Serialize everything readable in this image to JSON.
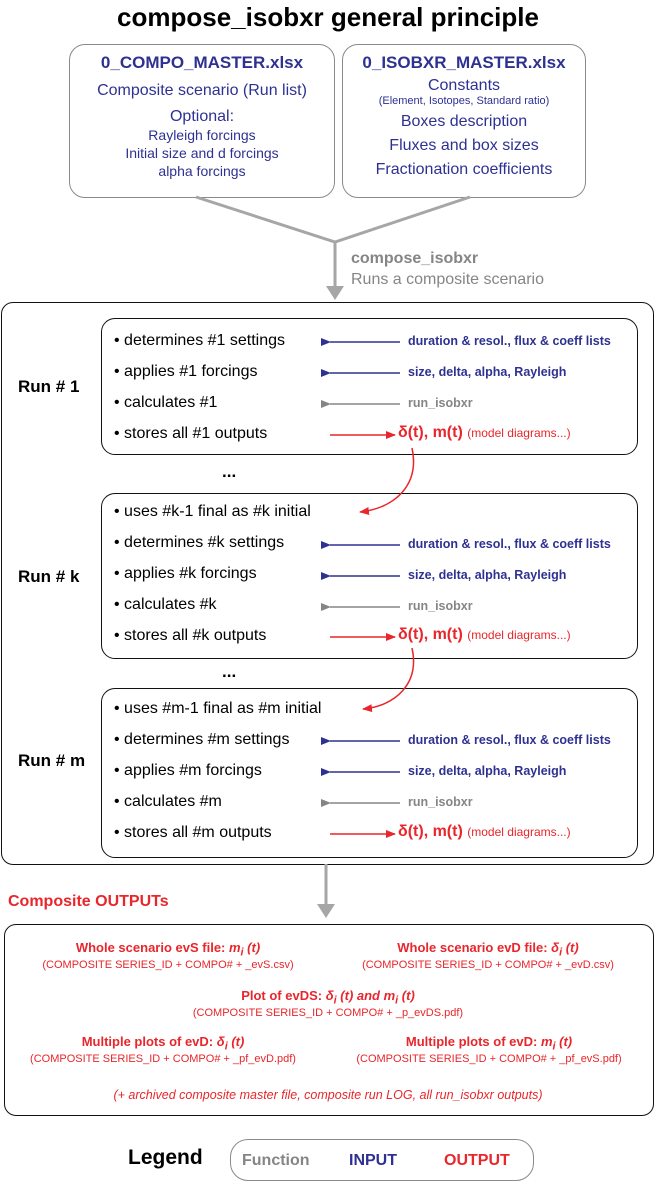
{
  "title": "compose_isobxr general principle",
  "compo_master": {
    "file": "0_COMPO_MASTER.xlsx",
    "line1": "Composite scenario (Run list)",
    "optional": "Optional:",
    "items": [
      "Rayleigh forcings",
      "Initial size and d forcings",
      "alpha forcings"
    ]
  },
  "isobxr_master": {
    "file": "0_ISOBXR_MASTER.xlsx",
    "constants": "Constants",
    "constants_sub": "(Element, Isotopes, Standard ratio)",
    "lines": [
      "Boxes description",
      "Fluxes and box sizes",
      "Fractionation coefficients"
    ]
  },
  "compose": {
    "function": "compose_isobxr",
    "desc": "Runs a composite scenario"
  },
  "runs": [
    {
      "label": "Run # 1",
      "steps": [
        {
          "text": "• determines #1 settings",
          "kind": "input",
          "annot": "duration & resol., flux & coeff lists"
        },
        {
          "text": "• applies #1 forcings",
          "kind": "input",
          "annot": "size, delta, alpha,  Rayleigh"
        },
        {
          "text": "• calculates #1",
          "kind": "function",
          "annot": "run_isobxr"
        },
        {
          "text": "• stores all #1 outputs",
          "kind": "output",
          "annot": "δ(t), m(t)",
          "note": "(model diagrams...)"
        }
      ]
    },
    {
      "label": "Run # k",
      "steps": [
        {
          "text": "• uses #k-1 final as #k initial",
          "kind": "link"
        },
        {
          "text": "• determines #k settings",
          "kind": "input",
          "annot": "duration & resol., flux & coeff lists"
        },
        {
          "text": "• applies #k forcings",
          "kind": "input",
          "annot": "size, delta, alpha,  Rayleigh"
        },
        {
          "text": "• calculates #k",
          "kind": "function",
          "annot": "run_isobxr"
        },
        {
          "text": "• stores all #k outputs",
          "kind": "output",
          "annot": "δ(t), m(t)",
          "note": "(model diagrams...)"
        }
      ]
    },
    {
      "label": "Run # m",
      "steps": [
        {
          "text": "• uses #m-1 final as #m initial",
          "kind": "link"
        },
        {
          "text": "• determines #m settings",
          "kind": "input",
          "annot": "duration & resol., flux & coeff lists"
        },
        {
          "text": "• applies #m forcings",
          "kind": "input",
          "annot": "size, delta, alpha,  Rayleigh"
        },
        {
          "text": "• calculates #m",
          "kind": "function",
          "annot": "run_isobxr"
        },
        {
          "text": "• stores all #m outputs",
          "kind": "output",
          "annot": "δ(t), m(t)",
          "note": "(model diagrams...)"
        }
      ]
    }
  ],
  "ellipsis": "...",
  "outputs": {
    "title": "Composite OUTPUTs",
    "evs": {
      "head": "Whole scenario evS file: ",
      "sym": "m",
      "sub_i": "i",
      "arg": " (t)",
      "file": "(COMPOSITE SERIES_ID + COMPO# + _evS.csv)"
    },
    "evd": {
      "head": "Whole scenario evD file: ",
      "sym": "δ",
      "sub_i": "i",
      "arg": " (t)",
      "file": "(COMPOSITE SERIES_ID + COMPO# + _evD.csv)"
    },
    "evds": {
      "head": "Plot of evDS: ",
      "sym1": "δ",
      "sub_i1": "i",
      "mid": " (t) and ",
      "sym2": "m",
      "sub_i2": "i",
      "arg": " (t)",
      "file": "(COMPOSITE SERIES_ID + COMPO# + _p_evDS.pdf)"
    },
    "mult_d": {
      "head": "Multiple plots of evD: ",
      "sym": "δ",
      "sub_i": "i",
      "arg": " (t)",
      "file": "(COMPOSITE SERIES_ID + COMPO# + _pf_evD.pdf)"
    },
    "mult_m": {
      "head": "Multiple plots of evD: ",
      "sym": "m",
      "sub_i": "i",
      "arg": " (t)",
      "file": "(COMPOSITE SERIES_ID + COMPO# + _pf_evS.pdf)"
    },
    "archived": "(+ archived composite master file, composite run LOG, all run_isobxr outputs)"
  },
  "legend": {
    "label": "Legend",
    "function": "Function",
    "input": "INPUT",
    "output": "OUTPUT"
  },
  "colors": {
    "input": "#2e3192",
    "output": "#e8262b",
    "function": "#858585"
  }
}
